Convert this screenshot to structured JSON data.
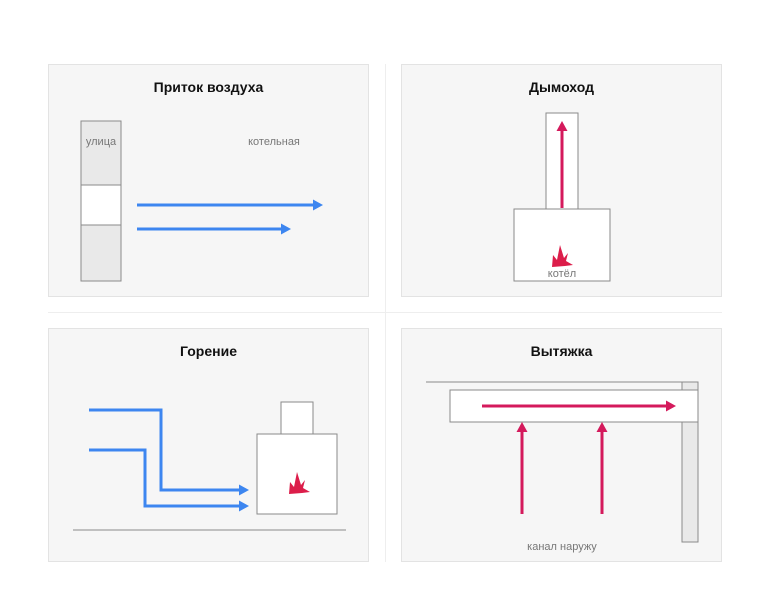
{
  "colors": {
    "blue_arrow": "#3d86f0",
    "red_arrow": "#d41a5c",
    "flame": "#dc1d4a",
    "wall_fill": "#e9e9e9",
    "outline": "#8a8a8a",
    "panel_bg": "#f6f6f6"
  },
  "panels": {
    "air_intake": {
      "title": "Приток воздуха",
      "label_street": "улица",
      "label_boiler_room": "котельная"
    },
    "chimney": {
      "title": "Дымоход",
      "label_boiler": "котёл",
      "flame_icon": "flame-icon"
    },
    "combustion": {
      "title": "Горение",
      "flame_icon": "flame-icon"
    },
    "exhaust": {
      "title": "Вытяжка",
      "label_channel": "канал наружу"
    }
  }
}
